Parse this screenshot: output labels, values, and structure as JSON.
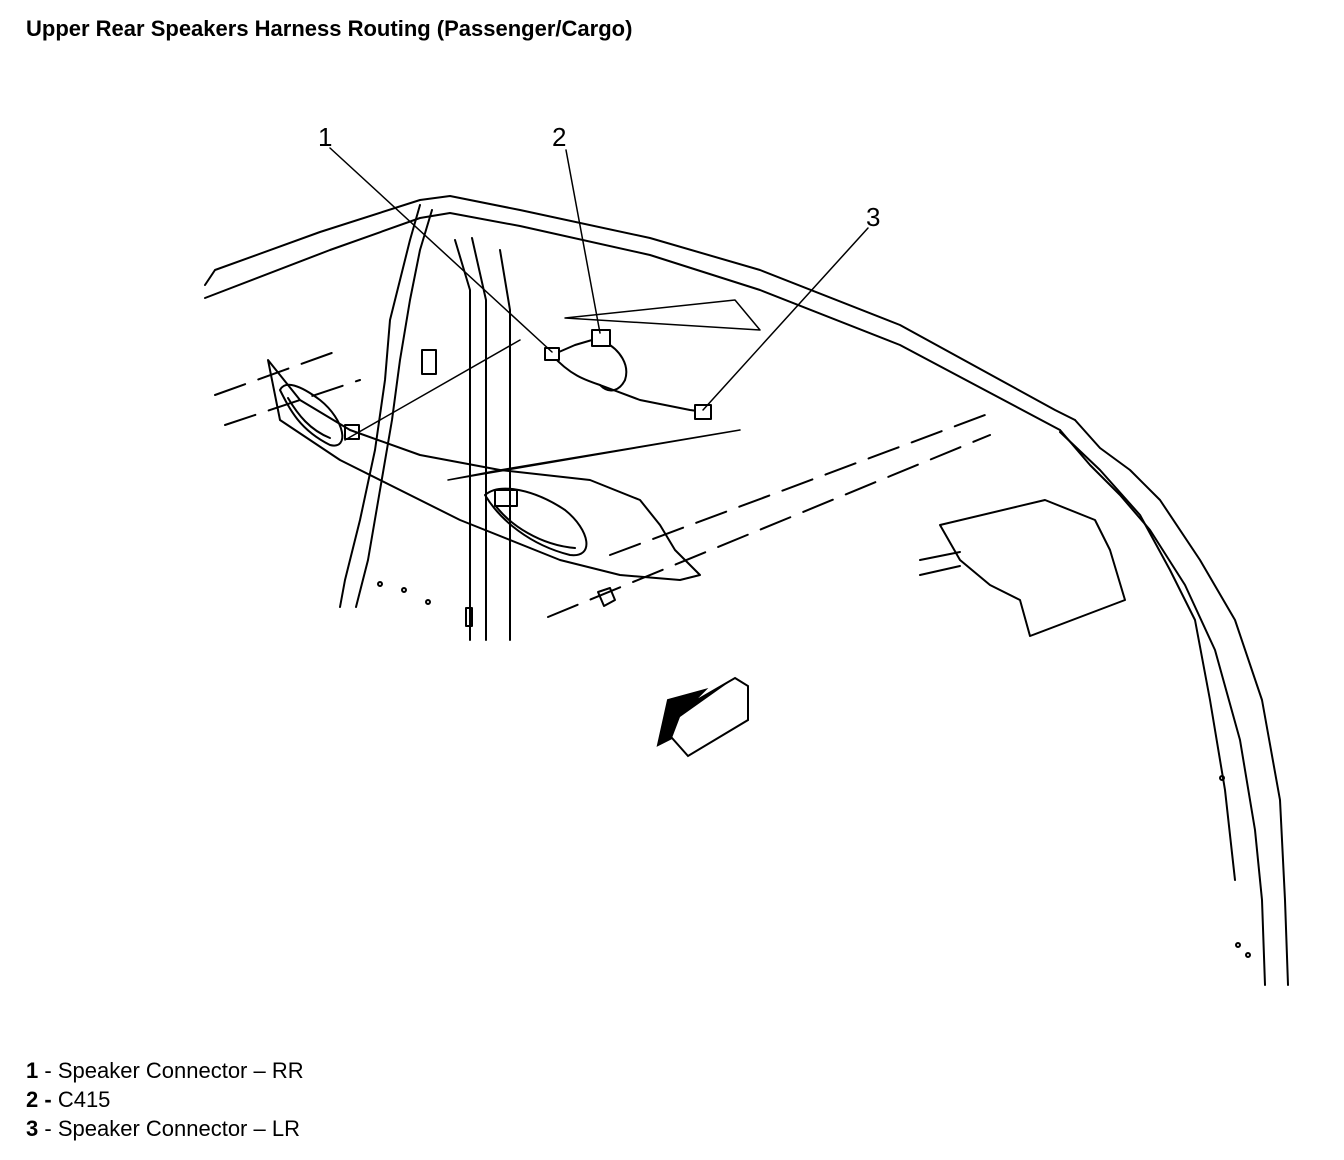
{
  "title": "Upper Rear Speakers Harness Routing (Passenger/Cargo)",
  "callouts": [
    {
      "number": "1",
      "label": "Speaker Connector – RR"
    },
    {
      "number": "2",
      "label": "C415"
    },
    {
      "number": "3",
      "label": "Speaker Connector – LR"
    }
  ],
  "icons": {
    "direction_arrow": "forward-arrow-icon"
  }
}
